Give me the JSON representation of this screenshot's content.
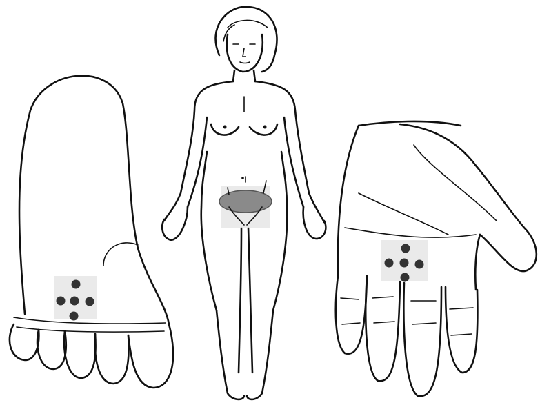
{
  "figure": {
    "panels": [
      "foot-sole",
      "female-body-front",
      "palm"
    ],
    "colors": {
      "ink": "#111111",
      "background": "#ffffff",
      "point_fill": "#333333",
      "organ_fill": "#8a8a8a",
      "highlight_bg": "#e6e6e6"
    },
    "foot_points": {
      "count": 5,
      "pattern": "cross"
    },
    "palm_points": {
      "count": 5,
      "pattern": "cross"
    },
    "organ": {
      "shape": "uterus-bladder-oval",
      "channels": 2
    }
  }
}
